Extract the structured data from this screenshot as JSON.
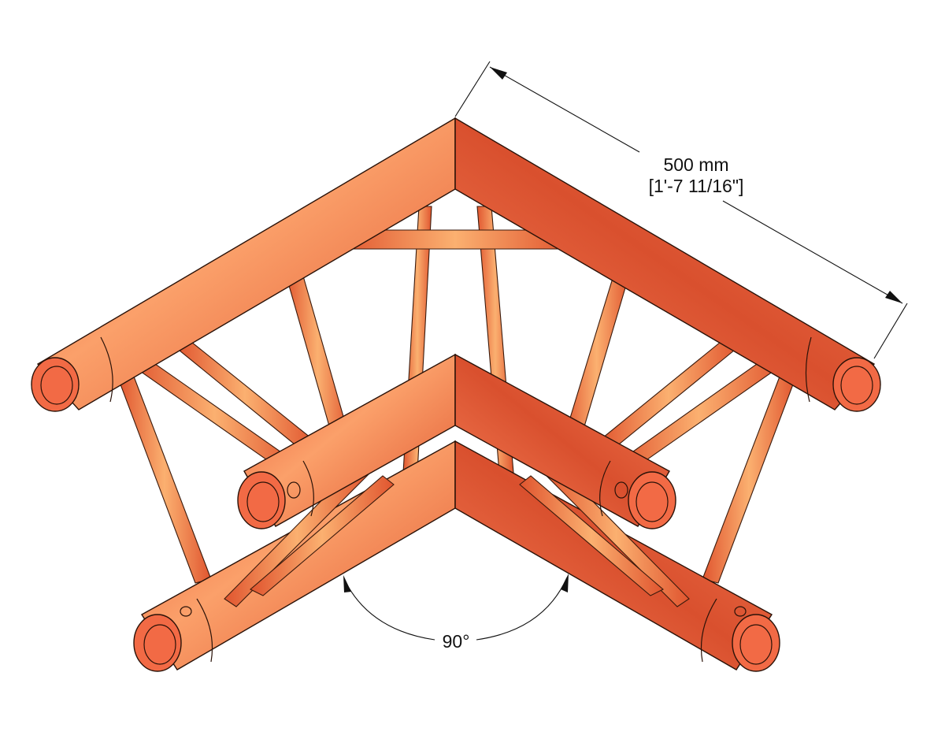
{
  "drawing": {
    "subject": "3-way 90° triangular truss corner",
    "colors": {
      "tube_base": "#F26A45",
      "tube_highlight": "#FBA06A",
      "tube_shadow": "#D9502E",
      "outline": "#2A1208",
      "background": "#FFFFFF",
      "annotation": "#111111"
    },
    "dimensions": {
      "length": {
        "metric": "500 mm",
        "imperial": "[1'-7 11/16\"]"
      },
      "angle": {
        "label": "90°"
      }
    },
    "geometry": {
      "top_chord": {
        "apex": [
          578,
          150
        ],
        "left_end": [
          72,
          485
        ],
        "right_end": [
          1085,
          485
        ],
        "radius": 34
      },
      "front_upper_chord": {
        "apex": [
          578,
          450
        ],
        "left_end": [
          335,
          630
        ],
        "right_end": [
          825,
          630
        ],
        "radius": 32
      },
      "front_lower_chord": {
        "apex": [
          578,
          560
        ],
        "left_end": [
          205,
          810
        ],
        "right_end": [
          955,
          810
        ],
        "radius": 34
      }
    }
  }
}
